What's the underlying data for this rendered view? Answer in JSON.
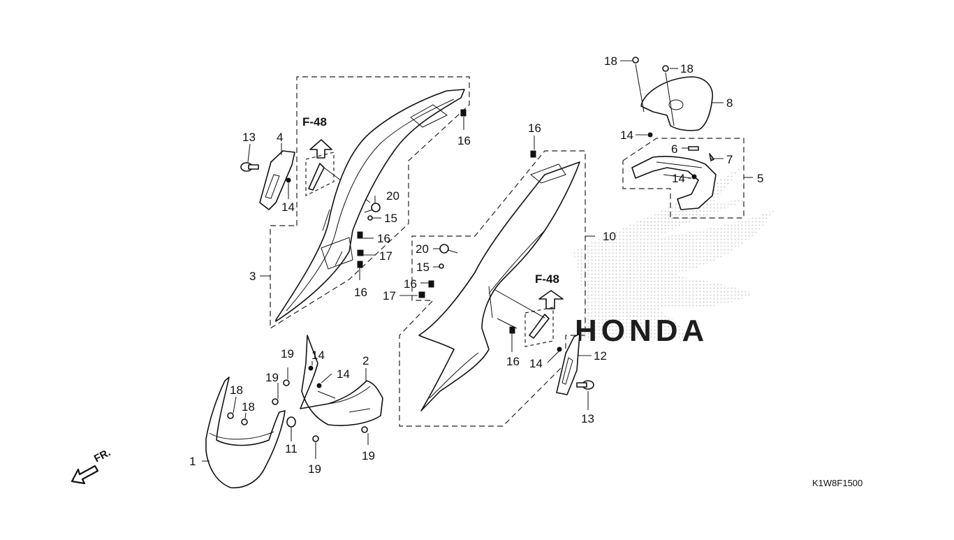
{
  "diagram": {
    "drawing_code": "K1W8F1500",
    "front_marker": "FR.",
    "reference_label": "F-48",
    "watermark": {
      "brand": "HONDA",
      "color": "#c9c9c9"
    },
    "labels": {
      "p1": "1",
      "p2": "2",
      "p3": "3",
      "p4": "4",
      "p5": "5",
      "p6": "6",
      "p7": "7",
      "p8": "8",
      "p10": "10",
      "p11": "11",
      "p12": "12",
      "p13": "13",
      "p14": "14",
      "p15": "15",
      "p16": "16",
      "p17": "17",
      "p18": "18",
      "p19": "19",
      "p20": "20"
    }
  }
}
